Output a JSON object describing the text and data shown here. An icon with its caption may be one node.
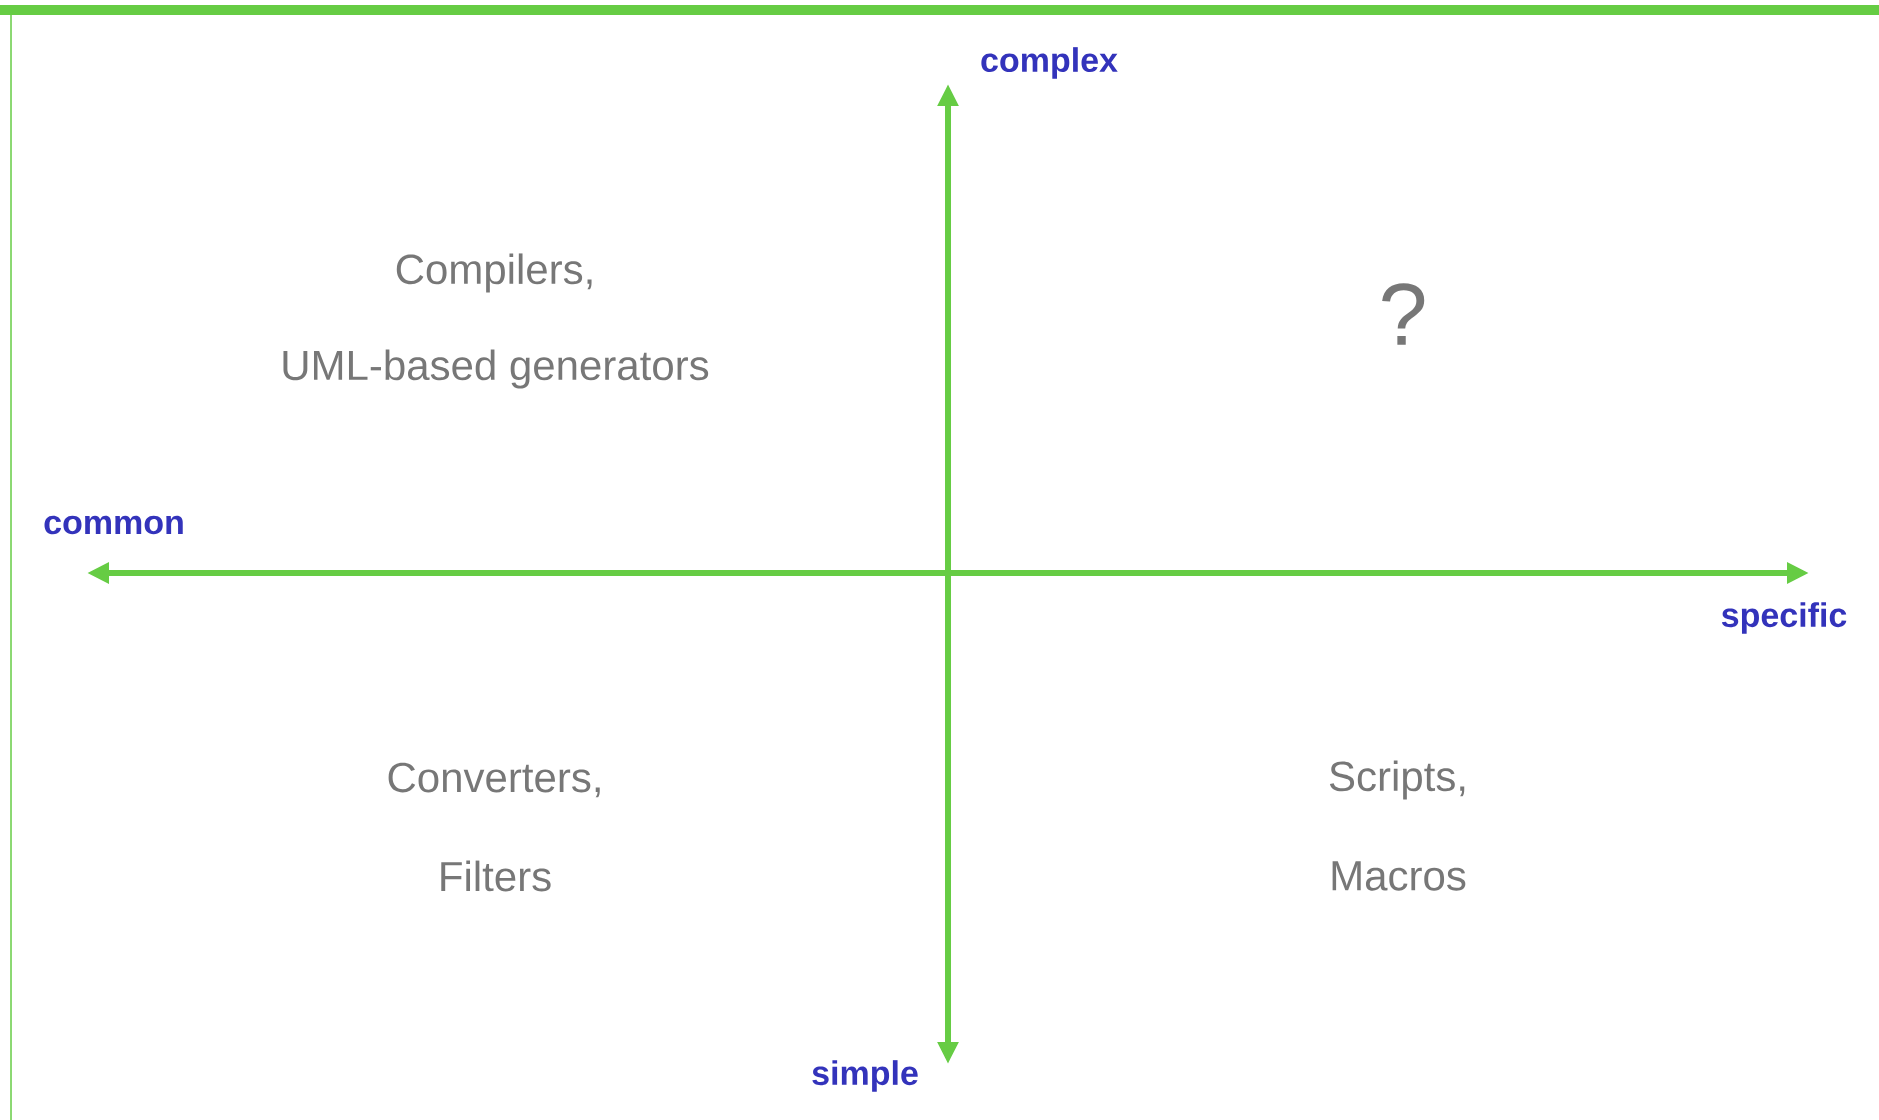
{
  "diagram": {
    "labels": [
      "complex",
      "Compilers,",
      "UML-based generators",
      "?",
      "common",
      "specific",
      "Converters,",
      "Filters",
      "Scripts,",
      "Macros",
      "simple"
    ]
  }
}
